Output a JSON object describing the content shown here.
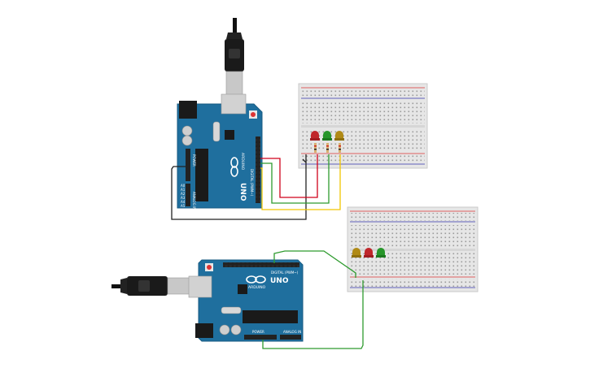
{
  "arduino_top": {
    "brand": "ARDUINO",
    "model": "UNO",
    "digital_label": "DIGITAL (PWM~)",
    "analog_label": "ANALOG IN",
    "power_label": "POWER",
    "pins": [
      "A0",
      "A1",
      "A2",
      "A3",
      "A4",
      "A5"
    ]
  },
  "arduino_bottom": {
    "brand": "ARDUINO",
    "model": "UNO",
    "digital_label": "DIGITAL (PWM~)",
    "analog_label": "ANALOG IN",
    "power_label": "POWER"
  },
  "leds_top": [
    {
      "color": "#c0262b",
      "name": "red-led"
    },
    {
      "color": "#27962a",
      "name": "green-led"
    },
    {
      "color": "#b08a16",
      "name": "yellow-led"
    }
  ],
  "leds_bottom": [
    {
      "color": "#b08a16",
      "name": "yellow-led"
    },
    {
      "color": "#c0262b",
      "name": "red-led"
    },
    {
      "color": "#27962a",
      "name": "green-led"
    }
  ],
  "colors": {
    "board": "#1f6f9e",
    "board_dark": "#175a82",
    "breadboard": "#e8e8e8",
    "wire_red": "#d0021b",
    "wire_green": "#2e9b2e",
    "wire_yellow": "#f2c500",
    "wire_black": "#222222"
  }
}
